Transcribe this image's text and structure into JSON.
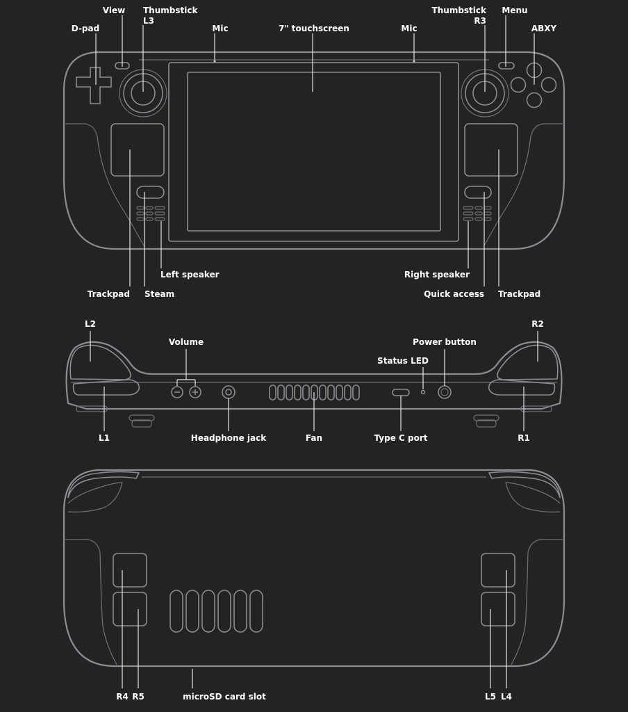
{
  "front": {
    "dpad": "D-pad",
    "view": "View",
    "thumbstick_l3": [
      "Thumbstick",
      "L3"
    ],
    "mic_left": "Mic",
    "touchscreen": "7\" touchscreen",
    "mic_right": "Mic",
    "thumbstick_r3": [
      "Thumbstick",
      "R3"
    ],
    "menu": "Menu",
    "abxy": "ABXY",
    "left_speaker": "Left speaker",
    "trackpad_left": "Trackpad",
    "steam": "Steam",
    "right_speaker": "Right speaker",
    "quick_access": "Quick access",
    "trackpad_right": "Trackpad"
  },
  "top": {
    "l2": "L2",
    "volume": "Volume",
    "status_led": "Status LED",
    "power_button": "Power button",
    "r2": "R2",
    "l1": "L1",
    "headphone_jack": "Headphone jack",
    "fan": "Fan",
    "type_c_port": "Type C port",
    "r1": "R1"
  },
  "back": {
    "r4": "R4",
    "r5": "R5",
    "microsd": "microSD card slot",
    "l5": "L5",
    "l4": "L4"
  }
}
